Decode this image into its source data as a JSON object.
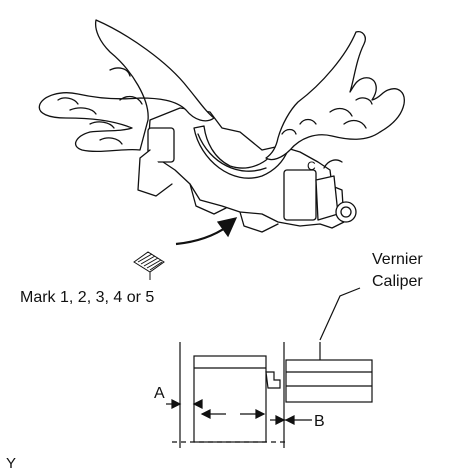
{
  "labels": {
    "mark": "Mark 1, 2, 3, 4 or 5",
    "vernier_line1": "Vernier",
    "vernier_line2": "Caliper",
    "dim_a": "A",
    "dim_b": "B",
    "corner_code": "Y"
  },
  "colors": {
    "line": "#111111",
    "background": "#ffffff"
  }
}
